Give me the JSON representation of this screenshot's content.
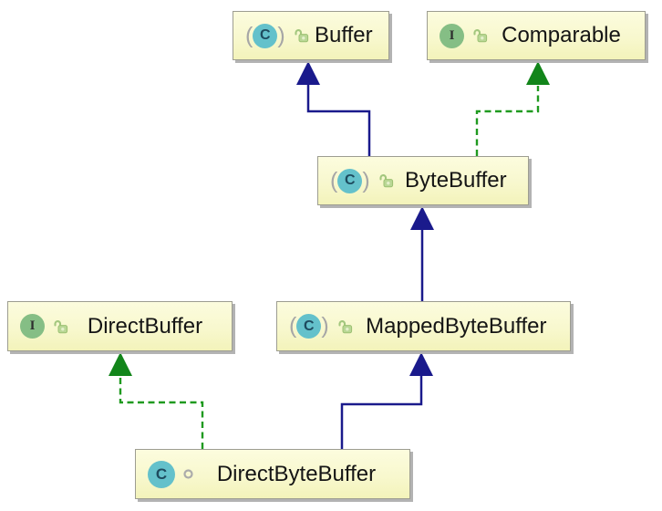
{
  "diagram": {
    "icon_letters": {
      "class": "C",
      "interface": "I"
    },
    "nodes": [
      {
        "label": "Buffer",
        "kind": "abstract class",
        "visibility": "public"
      },
      {
        "label": "Comparable",
        "kind": "interface",
        "visibility": "public"
      },
      {
        "label": "ByteBuffer",
        "kind": "abstract class",
        "visibility": "public"
      },
      {
        "label": "DirectBuffer",
        "kind": "interface",
        "visibility": "public"
      },
      {
        "label": "MappedByteBuffer",
        "kind": "abstract class",
        "visibility": "public"
      },
      {
        "label": "DirectByteBuffer",
        "kind": "class",
        "visibility": "package-private"
      }
    ],
    "edges": [
      {
        "from": "ByteBuffer",
        "to": "Buffer",
        "relation": "extends"
      },
      {
        "from": "ByteBuffer",
        "to": "Comparable",
        "relation": "implements"
      },
      {
        "from": "MappedByteBuffer",
        "to": "ByteBuffer",
        "relation": "extends"
      },
      {
        "from": "DirectByteBuffer",
        "to": "MappedByteBuffer",
        "relation": "extends"
      },
      {
        "from": "DirectByteBuffer",
        "to": "DirectBuffer",
        "relation": "implements"
      }
    ],
    "colors": {
      "extends_arrow": "#1A1A8C",
      "implements_arrow": "#1F9A1F",
      "implements_arrowhead": "#12851A",
      "node_fill_top": "#FCFCDE",
      "node_fill_bottom": "#F3F3BA",
      "node_border": "#9D9D91",
      "class_icon_fill": "#64C1CB",
      "interface_icon_fill": "#85BE85",
      "lock_icon_green": "#A3C77E",
      "package_private_gray": "#ABABAB"
    }
  }
}
